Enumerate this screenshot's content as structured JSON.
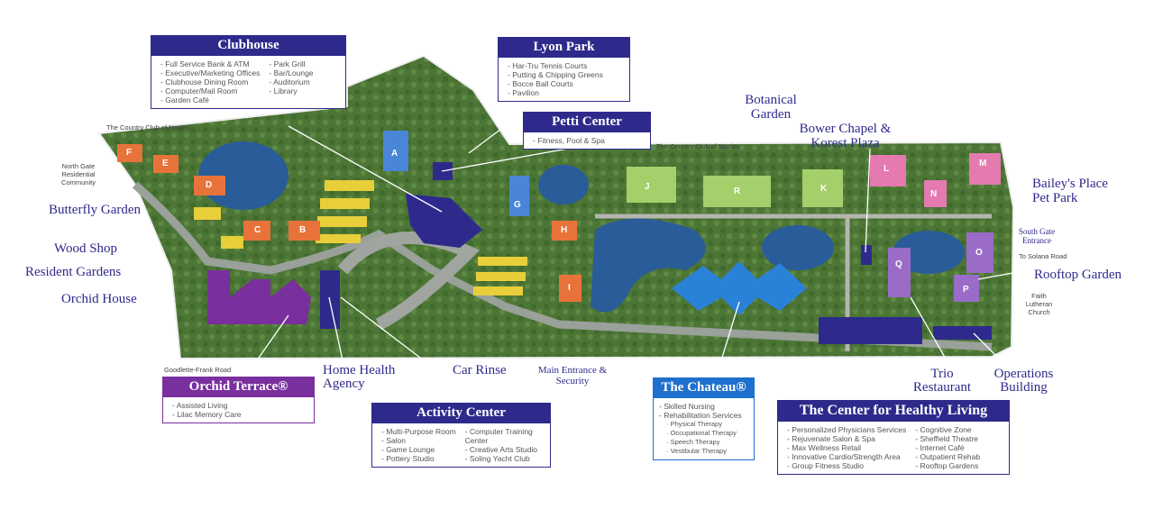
{
  "colors": {
    "accent": "#2e2a8c",
    "orchid": "#7a2f9e",
    "chateau": "#1f6fce",
    "grass": "#4f7a3a",
    "water": "#2a5c9a"
  },
  "labels": {
    "country_club_left": "The Country Club of Naples",
    "country_club_right": "The Country Club of Naples",
    "north_gate": "North Gate Residential Community",
    "butterfly": "Butterfly Garden",
    "wood_shop": "Wood Shop",
    "resident_gardens": "Resident Gardens",
    "orchid_house": "Orchid House",
    "goodlette": "Goodlette-Frank Road",
    "home_health": "Home Health Agency",
    "car_rinse": "Car Rinse",
    "main_entrance": "Main Entrance & Security",
    "botanical": "Botanical Garden",
    "bower": "Bower Chapel & Korest Plaza",
    "baileys": "Bailey's Place Pet Park",
    "south_gate": "South Gate Entrance",
    "solana": "To Solana Road",
    "rooftop": "Rooftop Garden",
    "faith": "Faith Lutheran Church",
    "trio": "Trio Restaurant",
    "operations": "Operations Building"
  },
  "buildings": [
    "A",
    "B",
    "C",
    "D",
    "E",
    "F",
    "G",
    "H",
    "I",
    "J",
    "K",
    "L",
    "M",
    "N",
    "O",
    "P",
    "Q",
    "R"
  ],
  "boxes": {
    "clubhouse": {
      "title": "Clubhouse",
      "col1": [
        "- Full Service Bank & ATM",
        "- Executive/Marketing Offices",
        "- Clubhouse Dining Room",
        "- Computer/Mail Room",
        "- Garden Café"
      ],
      "col2": [
        "- Park Grill",
        "- Bar/Lounge",
        "- Auditorium",
        "- Library"
      ]
    },
    "lyon": {
      "title": "Lyon Park",
      "col1": [
        "- Har-Tru Tennis Courts",
        "- Putting & Chipping Greens",
        "- Bocce Ball Courts",
        "- Pavilion"
      ]
    },
    "petti": {
      "title": "Petti Center",
      "col1": [
        "- Fitness, Pool & Spa"
      ]
    },
    "orchid": {
      "title": "Orchid Terrace®",
      "col1": [
        "- Assisted Living",
        "- Lilac Memory Care"
      ]
    },
    "activity": {
      "title": "Activity Center",
      "col1": [
        "- Multi-Purpose Room",
        "- Salon",
        "- Game Lounge",
        "- Pottery Studio"
      ],
      "col2": [
        "- Computer Training",
        "  Center",
        "- Creative Arts Studio",
        "- Soling Yacht Club"
      ]
    },
    "chateau": {
      "title": "The Chateau®",
      "col1": [
        "- Skilled Nursing",
        "- Rehabilitation Services"
      ],
      "sub": [
        "· Physical Therapy",
        "· Occupational Therapy",
        "· Speech Therapy",
        "· Vestibular Therapy"
      ]
    },
    "healthy": {
      "title": "The Center for Healthy Living",
      "col1": [
        "- Personalized Physicians Services",
        "- Rejuvenate Salon & Spa",
        "- Max Wellness Retail",
        "- Innovative Cardio/Strength Area",
        "- Group Fitness Studio"
      ],
      "col2": [
        "- Cognitive Zone",
        "- Sheffield Theatre",
        "- Internet Café",
        "- Outpatient Rehab",
        "- Rooftop Gardens"
      ]
    }
  }
}
